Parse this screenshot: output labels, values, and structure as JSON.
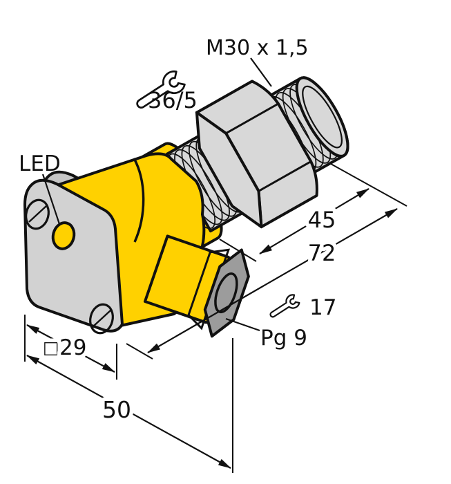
{
  "labels": {
    "thread_spec": "M30 x 1,5",
    "wrench_size_top": "36/5",
    "led": "LED",
    "wrench_size_bottom": "17",
    "cable_gland": "Pg 9"
  },
  "dimensions": {
    "thread_length": "45",
    "overall_length": "72",
    "square_symbol": "□",
    "flange_width": "29",
    "total_depth": "50"
  },
  "icons": {
    "top_wrench": "wrench-icon",
    "bottom_wrench": "wrench-icon"
  },
  "colors": {
    "housing_yellow": "#ffd100",
    "metal_light": "#d8d8d8",
    "flange_gray": "#d2d2d2",
    "flange_side_gray": "#c5c5c5",
    "gland_gray": "#9c9c9c",
    "line": "#111111",
    "background": "#ffffff"
  }
}
